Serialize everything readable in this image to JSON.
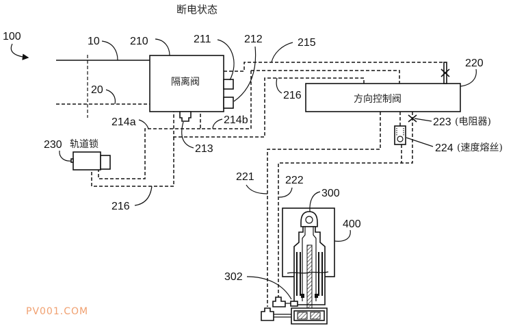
{
  "diagram": {
    "title": "断电状态",
    "figure_ref": "100",
    "components": {
      "line_10": {
        "ref": "10"
      },
      "line_20": {
        "ref": "20"
      },
      "isolation_valve": {
        "ref": "210",
        "label": "隔离阀"
      },
      "port_211": {
        "ref": "211"
      },
      "port_212": {
        "ref": "212"
      },
      "port_213": {
        "ref": "213"
      },
      "line_214a": {
        "ref": "214a"
      },
      "line_214b": {
        "ref": "214b"
      },
      "line_215": {
        "ref": "215"
      },
      "line_216_upper": {
        "ref": "216"
      },
      "line_216_lower": {
        "ref": "216"
      },
      "direction_control_valve": {
        "ref": "220",
        "label": "方向控制阀"
      },
      "resistor": {
        "ref": "223",
        "label": "(电阻器)"
      },
      "velocity_fuse": {
        "ref": "224",
        "label": "(速度熔丝)"
      },
      "track_lock": {
        "ref": "230",
        "label": "轨道锁"
      },
      "line_221": {
        "ref": "221"
      },
      "line_222": {
        "ref": "222"
      },
      "actuator": {
        "ref": "300"
      },
      "port_302": {
        "ref": "302"
      },
      "housing": {
        "ref": "400"
      }
    },
    "watermark": "PV001.COM"
  }
}
